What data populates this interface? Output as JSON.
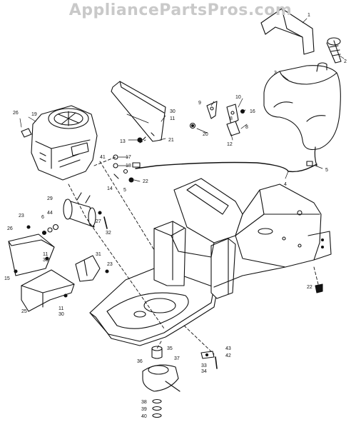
{
  "watermark": "AppliancePartsPros.com",
  "callouts": {
    "c1": "1",
    "c2": "2",
    "c3": "3",
    "c4": "4",
    "c5a": "5",
    "c5b": "5",
    "c6": "6",
    "c8a": "8",
    "c8b": "8",
    "c9": "9",
    "c10": "10",
    "c11a": "11",
    "c11b": "11",
    "c11c": "11",
    "c12": "12",
    "c13": "13",
    "c14": "14",
    "c15": "15",
    "c16": "16",
    "c17": "17",
    "c18": "18",
    "c19": "19",
    "c20": "20",
    "c21": "21",
    "c22a": "22",
    "c22b": "22",
    "c23a": "23",
    "c23b": "23",
    "c25": "25",
    "c26a": "26",
    "c26b": "26",
    "c27": "27",
    "c29": "29",
    "c30a": "30",
    "c30b": "30",
    "c30c": "30",
    "c31": "31",
    "c32": "32",
    "c33": "33",
    "c34": "34",
    "c35": "35",
    "c36": "36",
    "c37": "37",
    "c38": "38",
    "c39": "39",
    "c40": "40",
    "c41": "41",
    "c42": "42",
    "c43": "43",
    "c44": "44"
  }
}
